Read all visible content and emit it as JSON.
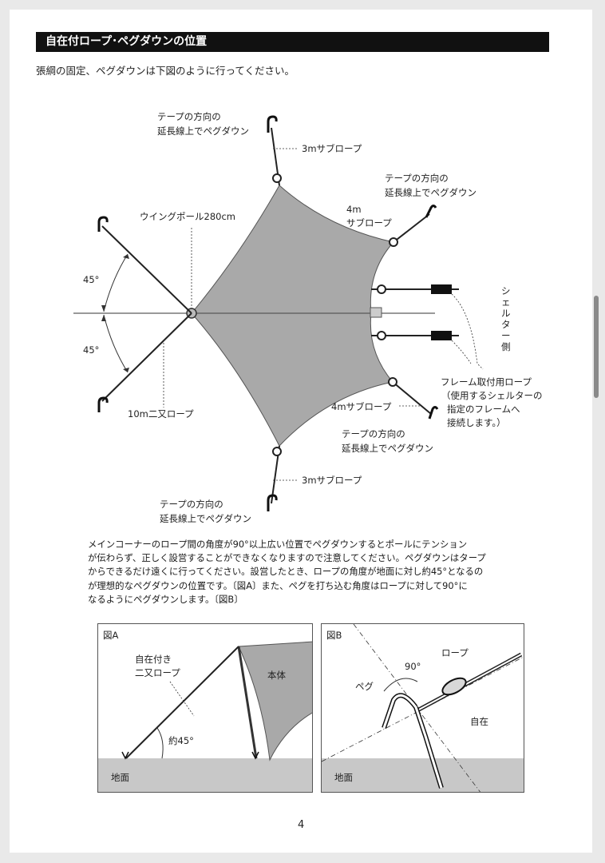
{
  "section": {
    "title": "自在付ロープ･ペグダウンの位置",
    "intro": "張綱の固定、ペグダウンは下図のように行ってください。"
  },
  "diagram": {
    "label_peg_top": [
      "テープの方向の",
      "延長線上でペグダウン"
    ],
    "label_rope_top": "3mサブロープ",
    "label_peg_right_top": [
      "テープの方向の",
      "延長線上でペグダウン"
    ],
    "label_sub_4m_top": [
      "4m",
      "サブロープ"
    ],
    "label_pole": "ウイングポール280cm",
    "label_angle_top": "45°",
    "label_angle_bottom": "45°",
    "label_shelter": [
      "シ",
      "ェ",
      "ル",
      "タ",
      "ー",
      "側"
    ],
    "label_frame_rope": [
      "フレーム取付用ロープ",
      "（使用するシェルターの",
      "指定のフレームへ",
      "接続します。）"
    ],
    "label_sub_4m_bottom": "4mサブロープ",
    "label_double_rope": "10m二又ロープ",
    "label_peg_right_bottom": [
      "テープの方向の",
      "延長線上でペグダウン"
    ],
    "label_rope_bottom": "3mサブロープ",
    "label_peg_bottom": [
      "テープの方向の",
      "延長線上でペグダウン"
    ]
  },
  "paragraph": [
    "メインコーナーのロープ間の角度が90°以上広い位置でペグダウンするとポールにテンション",
    "が伝わらず、正しく設営することができなくなりますので注意してください。ペグダウンはタープ",
    "からできるだけ遠くに行ってください。設営したとき、ロープの角度が地面に対し約45°となるの",
    "が理想的なペグダウンの位置です。〔図A〕また、ペグを打ち込む角度はロープに対して90°に",
    "なるようにペグダウンします。〔図B〕"
  ],
  "figure_a": {
    "caption": "図A",
    "rope_label": [
      "自在付き",
      "二又ロープ"
    ],
    "body_label": "本体",
    "angle_label": "約45°",
    "ground_label": "地面"
  },
  "figure_b": {
    "caption": "図B",
    "rope_label": "ロープ",
    "angle_label": "90°",
    "peg_label": "ペグ",
    "jizai_label": "自在",
    "ground_label": "地面"
  },
  "page_number": "4",
  "colors": {
    "tarp_fill": "#a9a9a9",
    "ground_fill": "#c8c8c8",
    "header_bg": "#111111",
    "header_text": "#ffffff"
  }
}
